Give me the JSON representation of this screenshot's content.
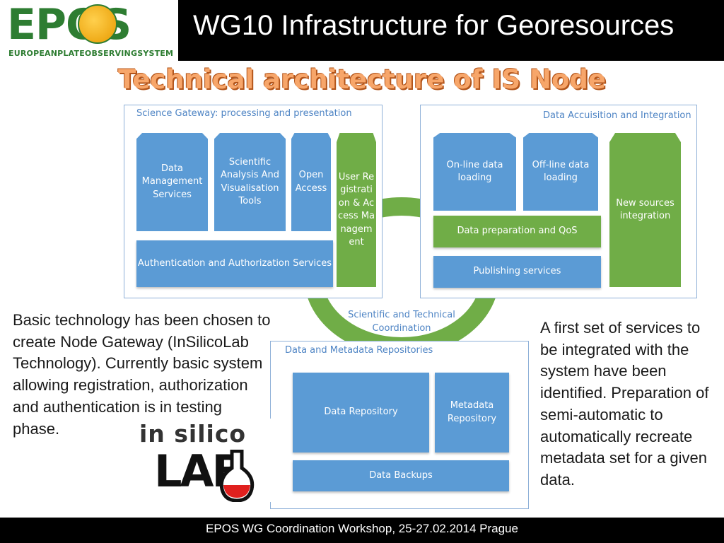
{
  "header": {
    "logo_word": "EPOS",
    "logo_subtitle": "EUROPEANPLATEOBSERVINGSYSTEM",
    "title": "WG10 Infrastructure for Georesources"
  },
  "subtitle": "Technical architecture of IS Node",
  "diagram": {
    "science_gateway": {
      "label": "Science Gateway: processing and presentation",
      "blocks": {
        "data_management": "Data Management Services",
        "scientific_analysis": "Scientific Analysis And Visualisation Tools",
        "open_access": "Open Access",
        "user_registration": "User Registration & Access Management",
        "auth": "Authentication and Authorization Services"
      }
    },
    "data_acquisition": {
      "label": "Data Accuisition and Integration",
      "blocks": {
        "online_loading": "On-line data loading",
        "offline_loading": "Off-line data loading",
        "new_sources": "New sources integration",
        "data_preparation": "Data preparation and QoS",
        "publishing": "Publishing services"
      }
    },
    "coordination_label": "Scientific and Technical Coordination",
    "repositories": {
      "label": "Data and Metadata Repositories",
      "blocks": {
        "data_repository": "Data Repository",
        "metadata_repository": "Metadata Repository",
        "data_backups": "Data Backups"
      }
    }
  },
  "left_text": "Basic technology has been chosen to create Node Gateway (InSilicoLab Technology). Currently basic system allowing registration, authorization and authentication is in testing phase.",
  "right_text": "A first set of services to be integrated with the system have been identified. Preparation of semi-automatic to automatically recreate metadata set for a given data.",
  "lab_logo": {
    "line1": "in silico",
    "line2": "LAB"
  },
  "footer": "EPOS WG Coordination Workshop, 25-27.02.2014 Prague",
  "colors": {
    "blue_block": "#5b9bd5",
    "green_block": "#70ad47",
    "subtitle_orange": "#f7a66a"
  }
}
